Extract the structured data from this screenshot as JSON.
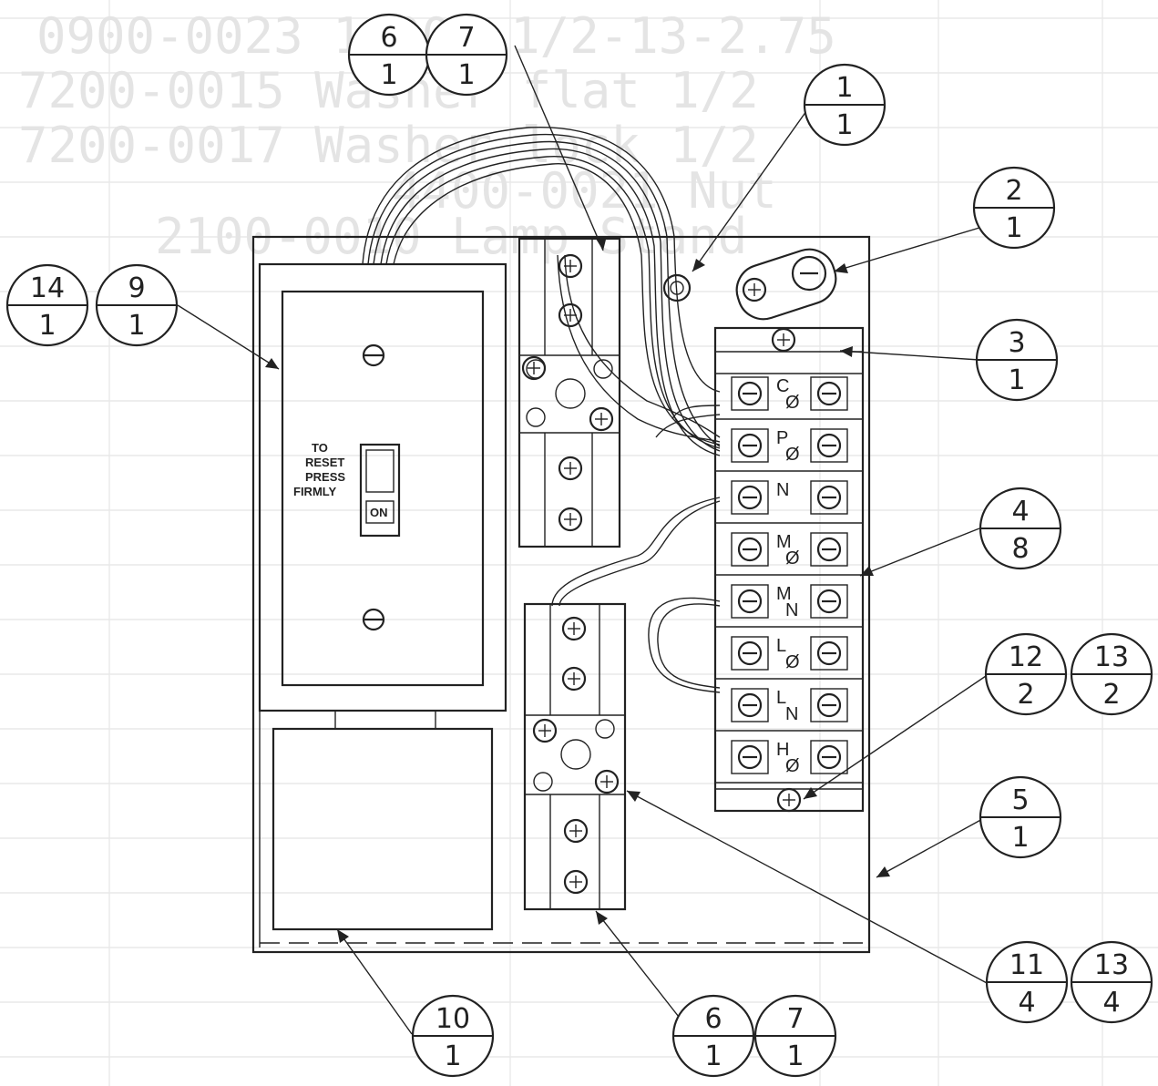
{
  "background_text": [
    "0900-0023 10000 1/2-13-2.75",
    "7200-0015 Washer flat 1/2",
    "7200-0017 Washer lock 1/2",
    "4400-0021 Nut",
    "2100-0010 Lamp Stand"
  ],
  "balloons": [
    {
      "top": "6",
      "bottom": "1"
    },
    {
      "top": "7",
      "bottom": "1"
    },
    {
      "top": "1",
      "bottom": "1"
    },
    {
      "top": "2",
      "bottom": "1"
    },
    {
      "top": "14",
      "bottom": "1"
    },
    {
      "top": "9",
      "bottom": "1"
    },
    {
      "top": "3",
      "bottom": "1"
    },
    {
      "top": "4",
      "bottom": "8"
    },
    {
      "top": "12",
      "bottom": "2"
    },
    {
      "top": "13",
      "bottom": "2"
    },
    {
      "top": "5",
      "bottom": "1"
    },
    {
      "top": "11",
      "bottom": "4"
    },
    {
      "top": "13",
      "bottom": "4"
    },
    {
      "top": "10",
      "bottom": "1"
    },
    {
      "top": "6",
      "bottom": "1"
    },
    {
      "top": "7",
      "bottom": "1"
    }
  ],
  "breaker": {
    "instruction_lines": [
      "TO",
      "RESET",
      "PRESS",
      "FIRMLY"
    ],
    "switch_label": "ON"
  },
  "terminal_labels": [
    "C",
    "P",
    "N",
    "M",
    "M",
    "L",
    "L",
    "H"
  ],
  "terminal_sublabels": [
    "Ø",
    "Ø",
    "",
    "Ø",
    "N",
    "Ø",
    "N",
    "Ø"
  ]
}
